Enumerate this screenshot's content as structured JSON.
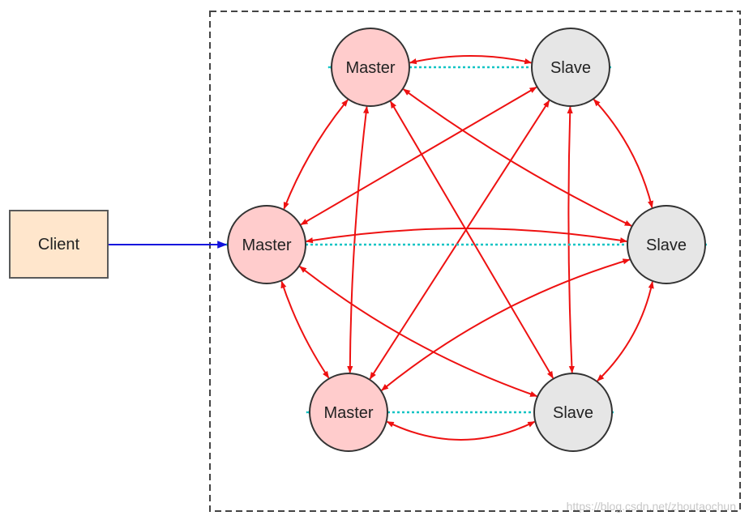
{
  "client": {
    "label": "Client"
  },
  "nodes": {
    "master_top": {
      "label": "Master",
      "role": "master"
    },
    "slave_top": {
      "label": "Slave",
      "role": "slave"
    },
    "master_mid": {
      "label": "Master",
      "role": "master"
    },
    "slave_mid": {
      "label": "Slave",
      "role": "slave"
    },
    "master_bottom": {
      "label": "Master",
      "role": "master"
    },
    "slave_bottom": {
      "label": "Slave",
      "role": "slave"
    }
  },
  "colors": {
    "master_fill": "#ffcccc",
    "slave_fill": "#e6e6e6",
    "client_fill": "#ffe6cc",
    "client_stroke": "#5a5a5a",
    "node_stroke": "#333333",
    "cluster_link": "#ee1111",
    "replication_link": "#11c4c4",
    "client_link": "#1111dd",
    "boundary": "#444444"
  },
  "watermark": {
    "text": "https://blog.csdn.net/zhoutaochun"
  }
}
